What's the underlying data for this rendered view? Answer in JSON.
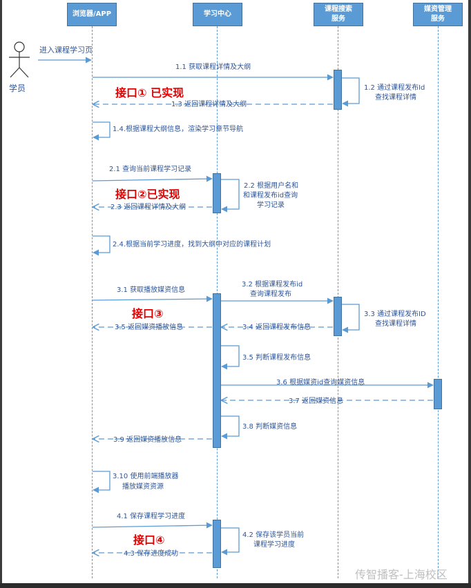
{
  "lifelines": [
    {
      "label_line1": "浏览器/APP",
      "label_line2": ""
    },
    {
      "label_line1": "学习中心",
      "label_line2": ""
    },
    {
      "label_line1": "课程搜索",
      "label_line2": "服务"
    },
    {
      "label_line1": "媒资管理",
      "label_line2": "服务"
    }
  ],
  "actor": {
    "label": "学员",
    "enter_message": "进入课程学习页"
  },
  "messages": {
    "m1_1": "1.1 获取课程详情及大纲",
    "m1_2_a": "1.2 通过课程发布Id",
    "m1_2_b": "查找课程详情",
    "m1_3": "1.3 返回课程详情及大纲",
    "m1_4": "1.4.根据课程大纲信息，渲染学习章节导航",
    "m2_1": "2.1 查询当前课程学习记录",
    "m2_2_a": "2.2 根据用户名和",
    "m2_2_b": "和课程发布id查询",
    "m2_2_c": "学习记录",
    "m2_3": "2.3 返回课程详情及大纲",
    "m2_4": "2.4.根据当前学习进度，找到大纲中对应的课程计划",
    "m3_1": "3.1 获取播放媒资信息",
    "m3_2_a": "3.2 根据课程发布id",
    "m3_2_b": "查询课程发布",
    "m3_3_a": "3.3 通过课程发布ID",
    "m3_3_b": "查找课程详情",
    "m3_4": "3.4 返回课程发布信息",
    "m3_5": "3.5 返回媒资播放信息",
    "m3_5b": "3.5 判断课程发布信息",
    "m3_6": "3.6 根据媒资id查询媒资信息",
    "m3_7": "3.7 返回媒资信息",
    "m3_8": "3.8 判断媒资信息",
    "m3_9": "3.9 返回媒资播放信息",
    "m3_10_a": "3.10 使用前端播放器",
    "m3_10_b": "播放媒资资源",
    "m4_1": "4.1 保存课程学习进度",
    "m4_2_a": "4.2 保存该学员当前",
    "m4_2_b": "课程学习进度",
    "m4_3": "4.3 保存进度成功"
  },
  "annotations": {
    "api1": "接口① 已实现",
    "api2": "接口②已实现",
    "api3": "接口③",
    "api4": "接口④"
  },
  "watermark": "传智播客-上海校区",
  "colors": {
    "lifeline": "#5b9bd5",
    "text": "#2f5597",
    "annotation": "#e00000"
  }
}
